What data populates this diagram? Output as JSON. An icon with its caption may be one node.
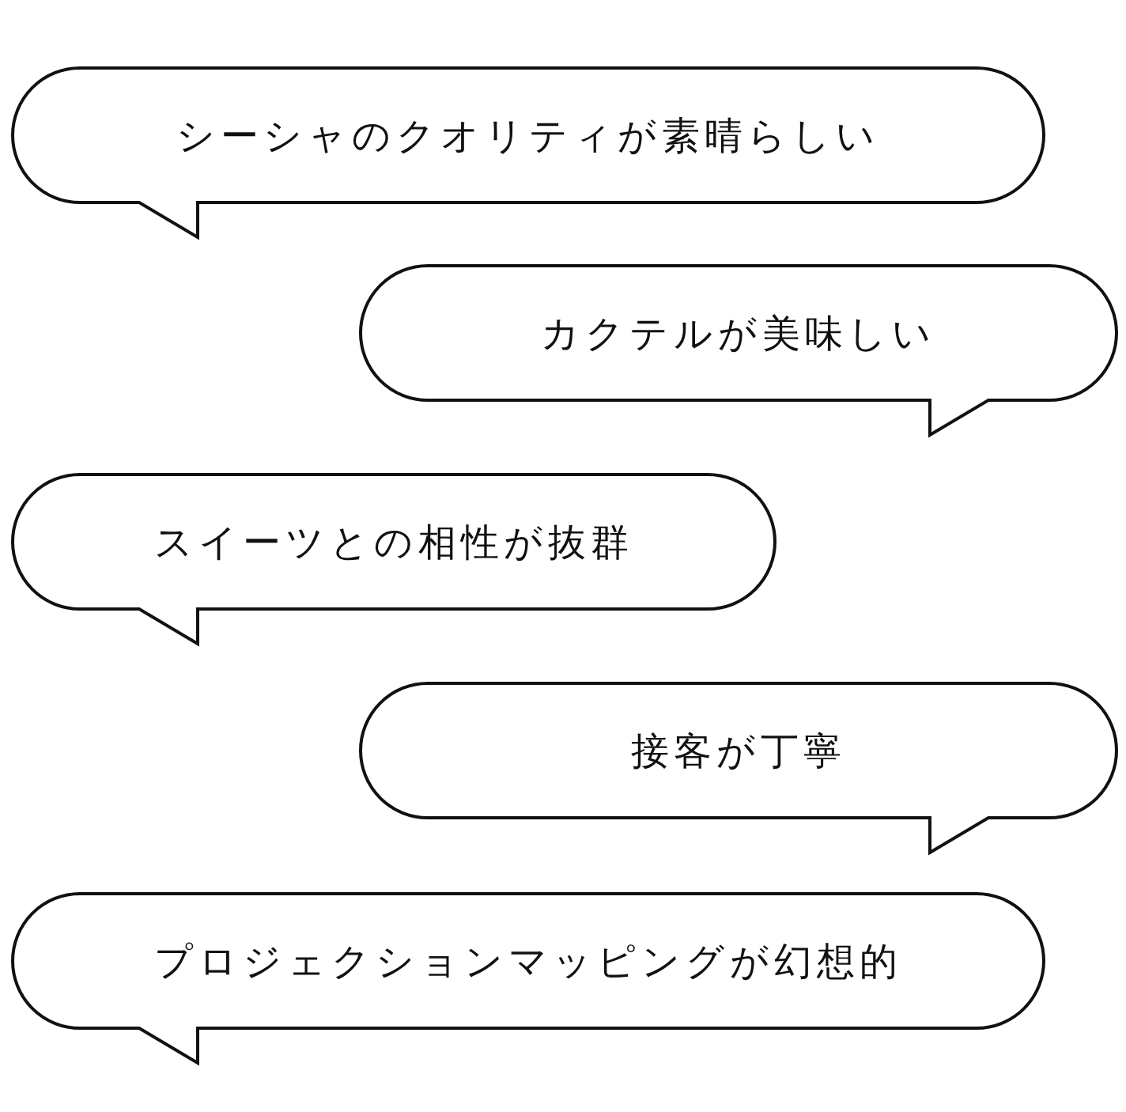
{
  "diagram": {
    "nodes": [
      {
        "text": [
          "シーシャのクオリティが素晴らしい"
        ]
      },
      {
        "text": [
          "カクテルが美味しい"
        ]
      },
      {
        "text": [
          "スイーツとの相性が抜群"
        ]
      },
      {
        "text": [
          "接客が丁寧"
        ]
      },
      {
        "text": [
          "プロジェクションマッピングが幻想的"
        ]
      }
    ],
    "edges": []
  }
}
